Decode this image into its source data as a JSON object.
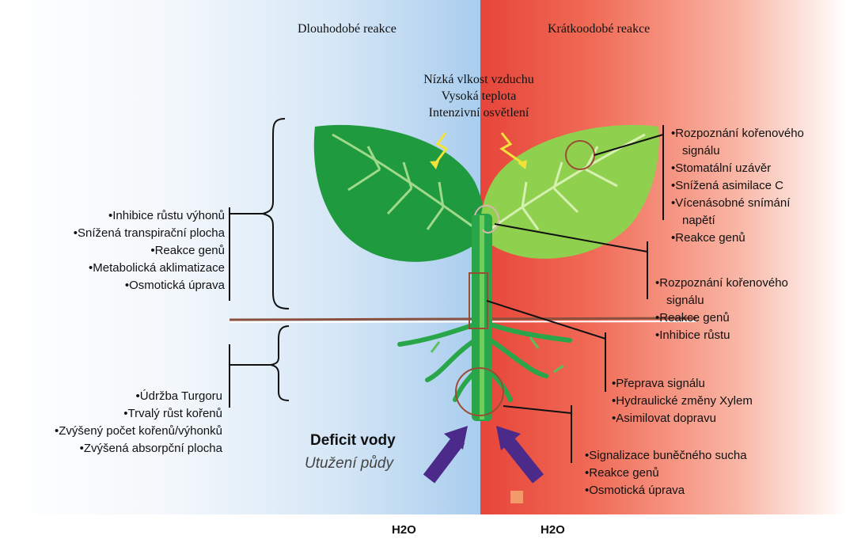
{
  "headers": {
    "left": "Dlouhodobé reakce",
    "right": "Krátkoodobé reakce"
  },
  "stress_factors": [
    "Nízká vlkost vzduchu",
    "Vysoká teplota",
    "Intenzivní osvětlení"
  ],
  "left_shoot_list": [
    "Inhibice růstu výhonů",
    "Snížená transpirační plocha",
    "Reakce genů",
    "Metabolická aklimatizace",
    "Osmotická úprava"
  ],
  "left_root_list": [
    "Údržba Turgoru",
    "Trvalý růst kořenů",
    "Zvýšený počet kořenů/výhonků",
    "Zvýšená absorpční plocha"
  ],
  "right_leaf_list": [
    "Rozpoznání kořenového",
    "signálu",
    "Stomatální uzávěr",
    "Snížená asimilace C",
    "Vícenásobné snímání",
    "napětí",
    "Reakce genů"
  ],
  "right_stem_list": [
    "Rozpoznání kořenového",
    "signálu",
    "Reakce genů",
    "Inhibice růstu"
  ],
  "right_xylem_list": [
    "Přeprava signálu",
    "Hydraulické změny Xylem",
    "Asimilovat dopravu"
  ],
  "right_root_list": [
    "Signalizace buněčného sucha",
    "Reakce genů",
    "Osmotická úprava"
  ],
  "deficit": {
    "title": "Deficit vody",
    "subtitle": "Utužení půdy"
  },
  "bottom_labels": {
    "left": "H2O",
    "right": "H2O"
  },
  "colors": {
    "leaf_dark": "#1f9a3e",
    "leaf_light": "#8fd14f",
    "arrow": "#4b2a8a",
    "root_circle": "#9a4d35"
  }
}
